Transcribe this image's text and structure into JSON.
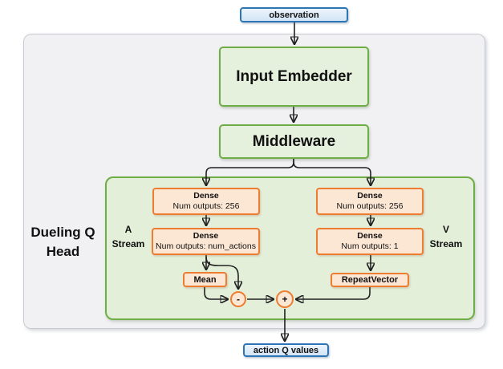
{
  "diagram": {
    "title_block": "Dueling Q Head",
    "observation": "observation",
    "input_embedder": "Input Embedder",
    "middleware": "Middleware",
    "a_stream": "A Stream",
    "v_stream": "V Stream",
    "a_dense1": {
      "title": "Dense",
      "subtitle": "Num outputs: 256"
    },
    "a_dense2": {
      "title": "Dense",
      "subtitle": "Num outputs: num_actions"
    },
    "v_dense1": {
      "title": "Dense",
      "subtitle": "Num outputs: 256"
    },
    "v_dense2": {
      "title": "Dense",
      "subtitle": "Num outputs: 1"
    },
    "mean": "Mean",
    "repeat_vector": "RepeatVector",
    "minus_op": "-",
    "plus_op": "+",
    "action_q_values": "action Q values",
    "colors": {
      "blue_border": "#2e75b6",
      "blue_fill": "#deebf7",
      "green_border": "#6fad47",
      "green_fill": "#e4efda",
      "orange_border": "#ed7d31",
      "orange_fill": "#fce6d4",
      "container_fill": "#f1f1f3",
      "arrow": "#212121"
    }
  }
}
